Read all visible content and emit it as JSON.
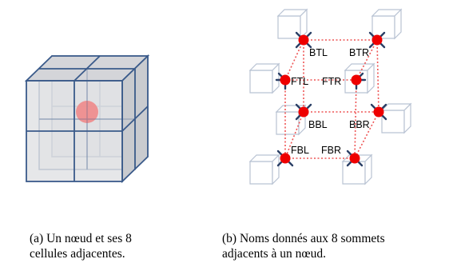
{
  "figure_a": {
    "caption_line1": "(a) Un nœud et ses 8",
    "caption_line2": "cellules adjacentes."
  },
  "figure_b": {
    "caption_line1": "(b) Noms donnés aux 8 sommets",
    "caption_line2": "adjacents à un nœud.",
    "vertex_labels": {
      "btl": "BTL",
      "btr": "BTR",
      "ftl": "FTL",
      "ftr": "FTR",
      "bbl": "BBL",
      "bbr": "BBR",
      "fbl": "FBL",
      "fbr": "FBR"
    }
  },
  "colors": {
    "cube_edge": "#3a5a8a",
    "cube_face": "#d9dadd",
    "node_fill": "#ee0000",
    "node_glow": "#ef8a8a",
    "dotted_line": "#ee5555",
    "small_cube": "#b9c3d3",
    "spoke": "#2a3f66"
  }
}
